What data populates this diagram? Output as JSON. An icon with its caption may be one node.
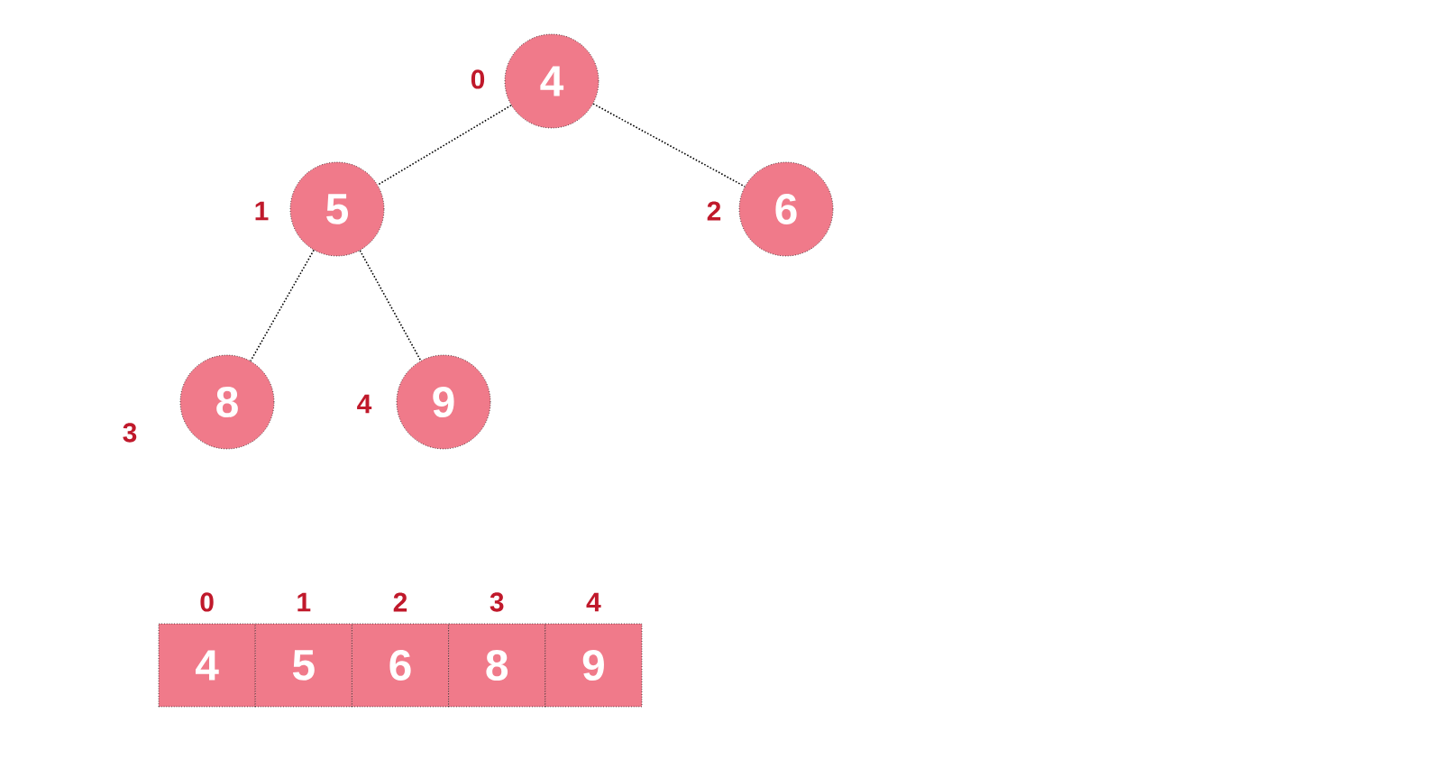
{
  "diagram": {
    "nodes": [
      {
        "text": [
          "4"
        ],
        "beside": [
          "0"
        ]
      },
      {
        "text": [
          "5"
        ],
        "beside": [
          "1"
        ]
      },
      {
        "text": [
          "6"
        ],
        "beside": [
          "2"
        ]
      },
      {
        "text": [
          "8"
        ],
        "beside": [
          "3"
        ]
      },
      {
        "text": [
          "9"
        ],
        "beside": [
          "4"
        ]
      },
      {
        "text": [
          "4"
        ],
        "beside": [
          "0"
        ]
      },
      {
        "text": [
          "5"
        ],
        "beside": [
          "1"
        ]
      },
      {
        "text": [
          "6"
        ],
        "beside": [
          "2"
        ]
      },
      {
        "text": [
          "8"
        ],
        "beside": [
          "3"
        ]
      },
      {
        "text": [
          "9"
        ],
        "beside": [
          "4"
        ]
      }
    ],
    "edges": [
      {
        "from": 0,
        "to": 1,
        "arrow": "none"
      },
      {
        "from": 0,
        "to": 2,
        "arrow": "none"
      },
      {
        "from": 1,
        "to": 3,
        "arrow": "none"
      },
      {
        "from": 1,
        "to": 4,
        "arrow": "none"
      }
    ]
  }
}
